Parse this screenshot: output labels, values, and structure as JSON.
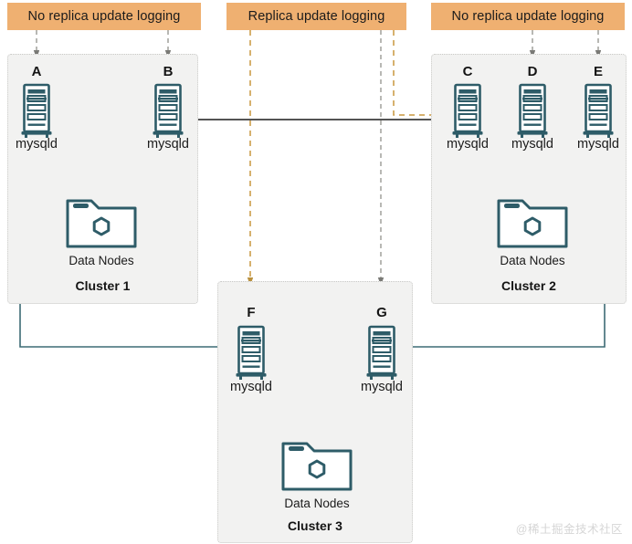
{
  "colors": {
    "banner_bg": "#efb071",
    "cluster_bg": "#f2f2f1",
    "cluster_border": "#c9c9c7",
    "icon_teal": "#2e5c68",
    "arrow_black": "#1b1b1b",
    "arrow_teal": "#3d6b75",
    "dash_tan": "#c8973f",
    "dash_gray": "#6b6b6b",
    "watermark": "#d6d6d6",
    "text": "#1b1b1b"
  },
  "banners": [
    {
      "id": "left",
      "label": "No replica update logging"
    },
    {
      "id": "mid",
      "label": "Replica update logging"
    },
    {
      "id": "right",
      "label": "No replica update logging"
    }
  ],
  "clusters": [
    {
      "id": "cluster-1",
      "label": "Cluster 1",
      "datanodes_label": "Data Nodes",
      "servers": [
        {
          "letter": "A",
          "name": "mysqld"
        },
        {
          "letter": "B",
          "name": "mysqld"
        }
      ]
    },
    {
      "id": "cluster-2",
      "label": "Cluster 2",
      "datanodes_label": "Data Nodes",
      "servers": [
        {
          "letter": "C",
          "name": "mysqld"
        },
        {
          "letter": "D",
          "name": "mysqld"
        },
        {
          "letter": "E",
          "name": "mysqld"
        }
      ]
    },
    {
      "id": "cluster-3",
      "label": "Cluster 3",
      "datanodes_label": "Data Nodes",
      "servers": [
        {
          "letter": "F",
          "name": "mysqld"
        },
        {
          "letter": "G",
          "name": "mysqld"
        }
      ]
    }
  ],
  "icons": {
    "server": "server-rack-icon",
    "datanodes": "data-nodes-folder-icon"
  },
  "watermark": {
    "text": "@稀土掘金技术社区"
  }
}
